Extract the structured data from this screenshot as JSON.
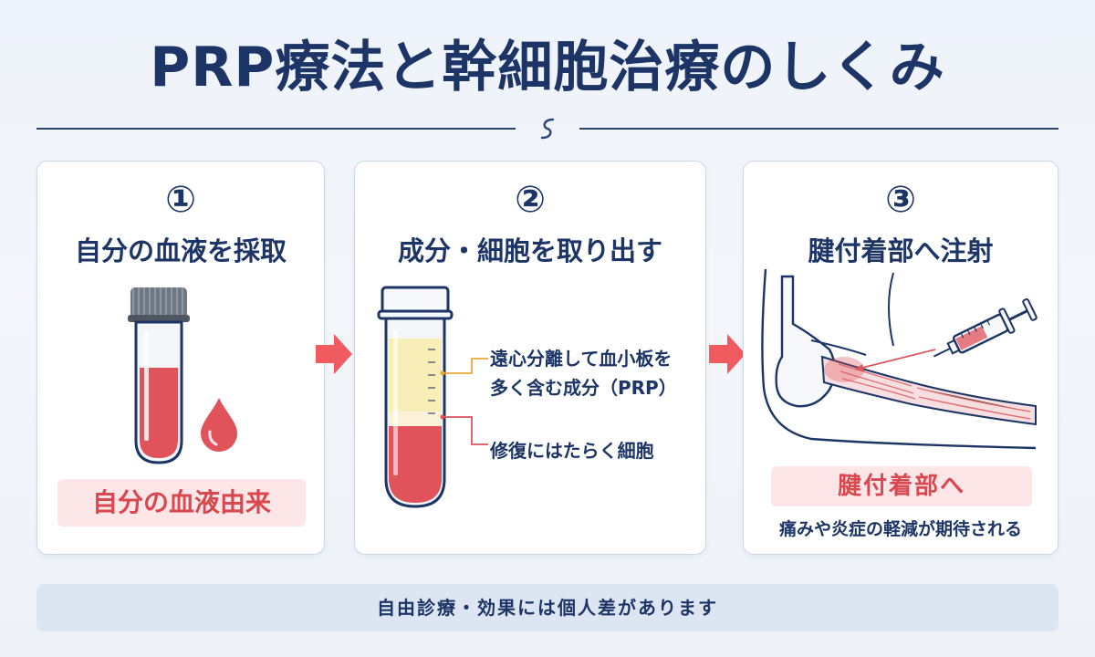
{
  "title": "PRP療法と幹細胞治療のしくみ",
  "steps": [
    {
      "number": "①",
      "title": "自分の血液を採取",
      "badge": "自分の血液由来"
    },
    {
      "number": "②",
      "title": "成分・細胞を取り出す",
      "labels": {
        "prp_line1": "遠心分離して血小板を",
        "prp_line2": "多く含む成分（PRP）",
        "cells": "修復にはたらく細胞"
      }
    },
    {
      "number": "③",
      "title": "腱付着部へ注射",
      "badge": "腱付着部へ",
      "note": "痛みや炎症の軽減が期待される"
    }
  ],
  "footer": "自由診療・効果には個人差があります",
  "colors": {
    "navy": "#1c3566",
    "blood_red": "#e0535b",
    "pink_bg": "#fde6e8",
    "plasma_yellow": "#f8efb8",
    "arrow": "#ef5b5f",
    "card_border": "#cfd8e8"
  },
  "icons": [
    "blood-tube-icon",
    "blood-drop-icon",
    "centrifuged-tube-icon",
    "syringe-icon",
    "heel-tendon-icon",
    "right-arrow-icon",
    "divider-ornament-icon"
  ]
}
